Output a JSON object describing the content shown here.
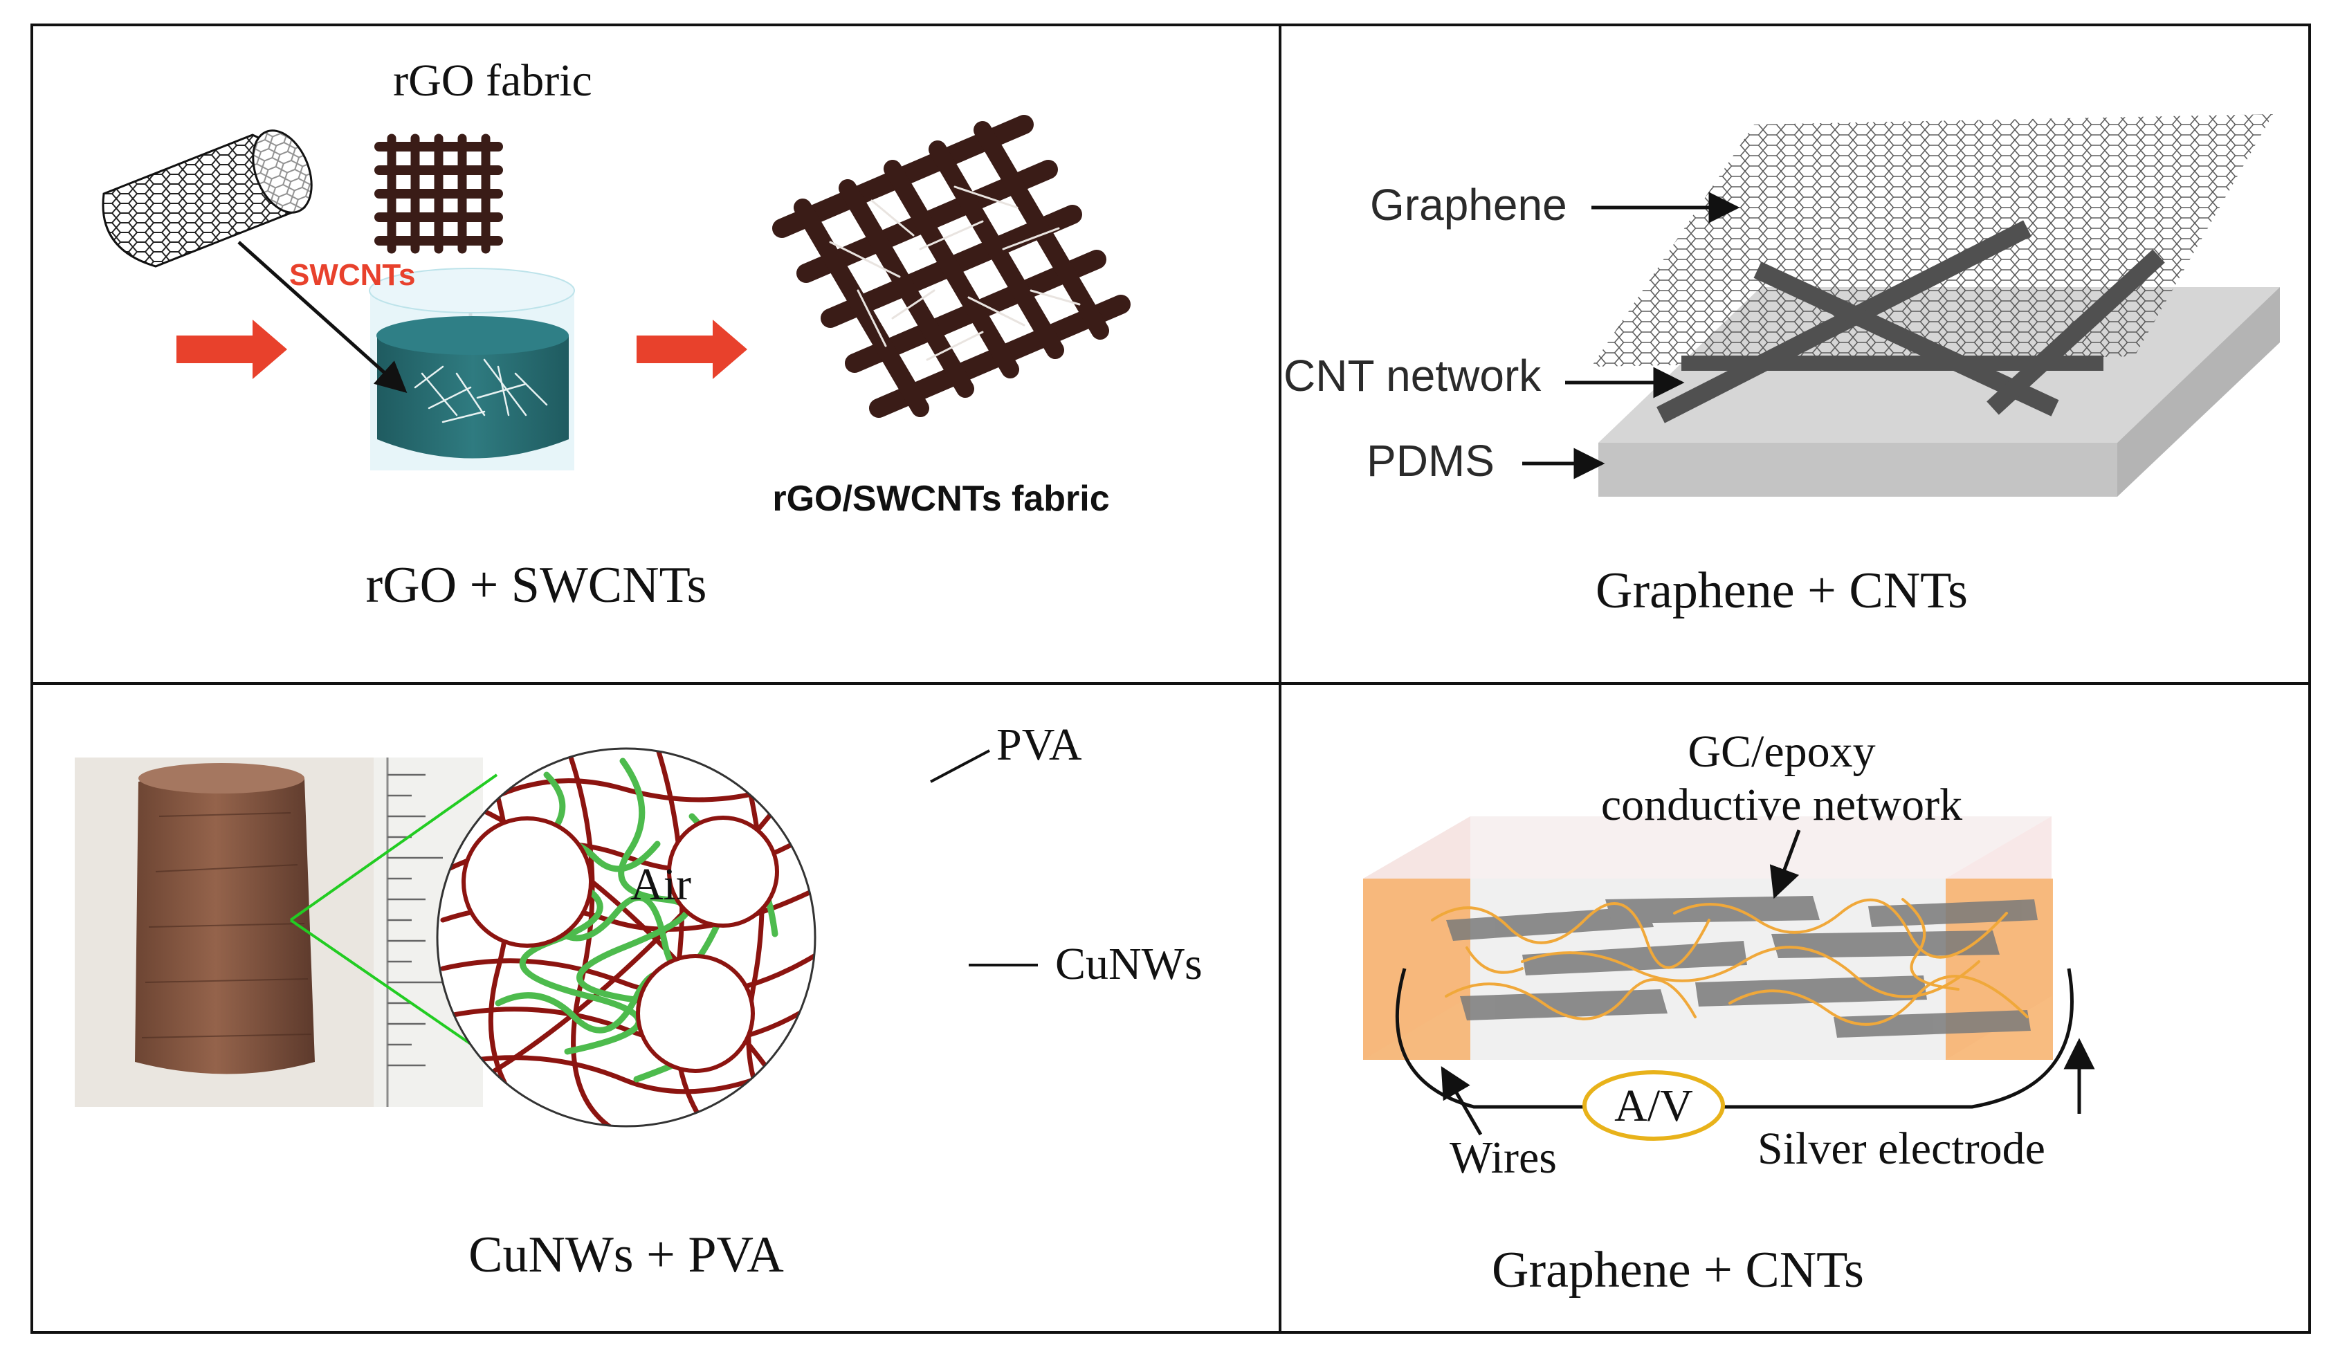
{
  "panels": {
    "top_left": {
      "caption": "rGO + SWCNTs",
      "label_rgo_fabric": "rGO fabric",
      "label_swcnts": "SWCNTs",
      "label_result": "rGO/SWCNTs fabric"
    },
    "top_right": {
      "caption": "Graphene + CNTs",
      "label_graphene": "Graphene",
      "label_cnt_network": "CNT network",
      "label_pdms": "PDMS"
    },
    "bottom_left": {
      "caption": "CuNWs + PVA",
      "label_pva": "PVA",
      "label_air": "Air",
      "label_cunws": "CuNWs"
    },
    "bottom_right": {
      "caption": "Graphene + CNTs",
      "label_network_line1": "GC/epoxy",
      "label_network_line2": "conductive network",
      "label_meter": "A/V",
      "label_wires": "Wires",
      "label_electrode": "Silver electrode"
    }
  },
  "colors": {
    "frame": "#111111",
    "arrow_red": "#e8412c",
    "fabric_brown": "#3a1c17",
    "beaker_teal": "#2a6e74",
    "cu_red": "#8c1410",
    "pva_green": "#4dbb4d",
    "zoom_green": "#22cc22",
    "electrode_orange": "#f7b06a",
    "meter_yellow": "#e8b21a"
  }
}
